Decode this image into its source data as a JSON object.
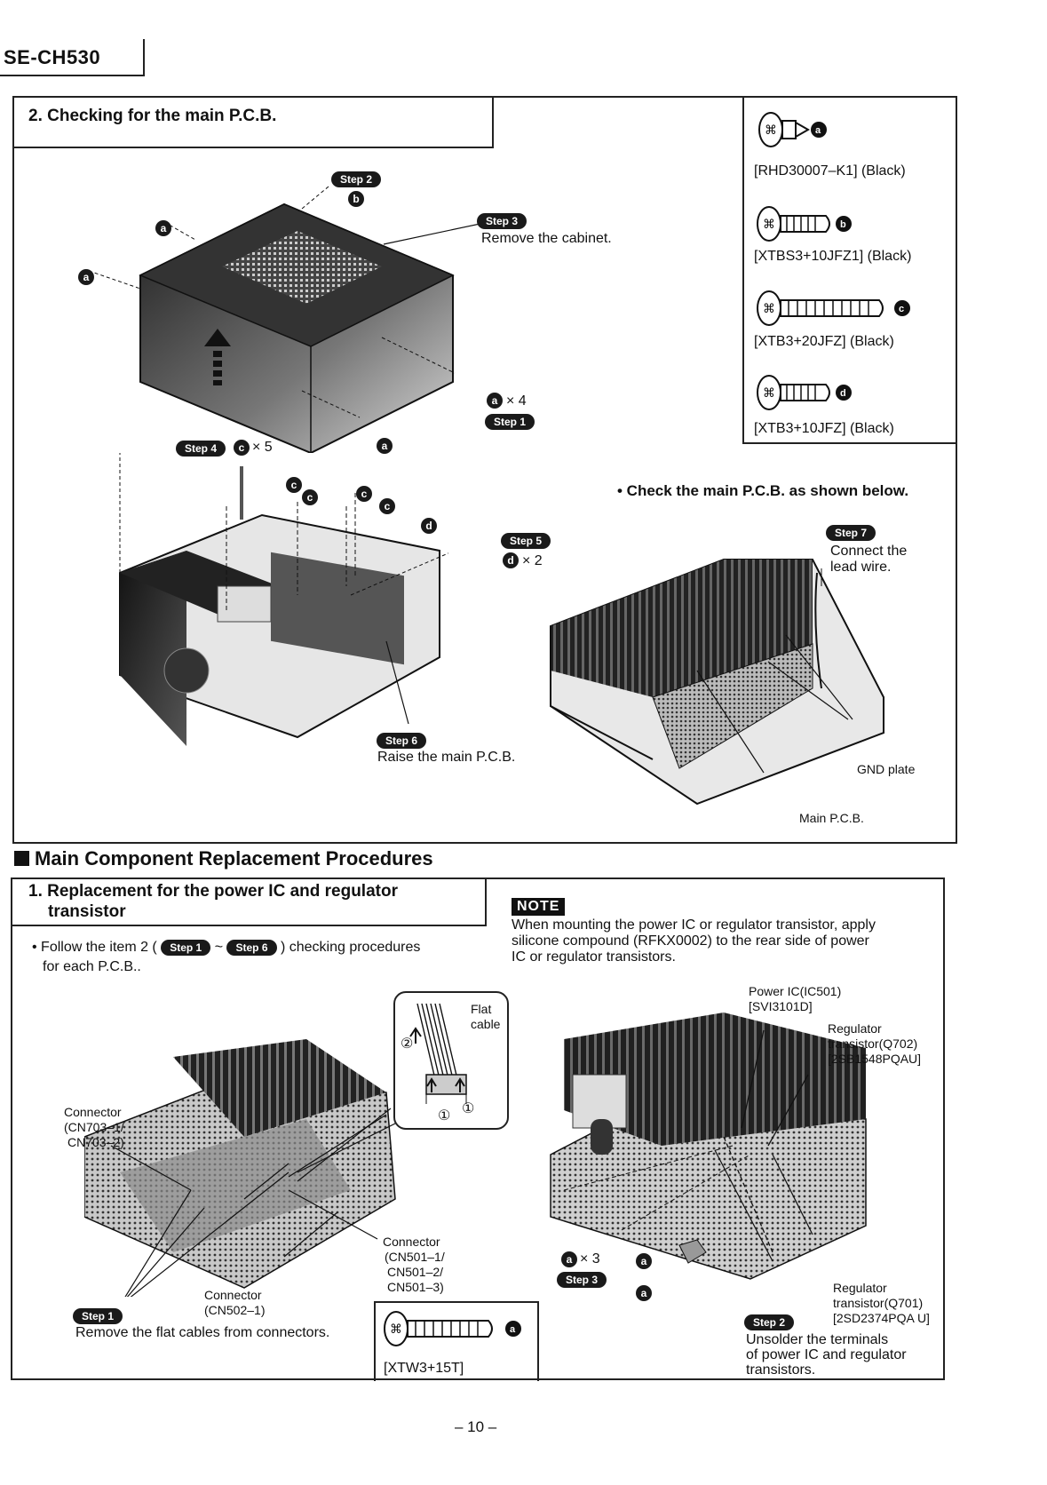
{
  "header": {
    "model": "SE-CH530"
  },
  "section_check": {
    "title": "2. Checking for the main P.C.B.",
    "step1": "Step 1",
    "step2": "Step 2",
    "step3": "Step 3",
    "step3_text": "Remove the cabinet.",
    "step4": "Step 4",
    "step5": "Step 5",
    "step6": "Step 6",
    "step6_text": "Raise the main P.C.B.",
    "step7": "Step 7",
    "step7_text_1": "Connect the",
    "step7_text_2": "lead wire.",
    "x4": "× 4",
    "x5": "× 5",
    "x2": "× 2",
    "check_text": "• Check the main P.C.B. as shown below.",
    "gnd_plate": "GND plate",
    "main_pcb": "Main P.C.B."
  },
  "screws": [
    {
      "letter": "a",
      "code": "[RHD30007–K1] (Black)"
    },
    {
      "letter": "b",
      "code": "[XTBS3+10JFZ1] (Black)"
    },
    {
      "letter": "c",
      "code": "[XTB3+20JFZ] (Black)"
    },
    {
      "letter": "d",
      "code": "[XTB3+10JFZ] (Black)"
    }
  ],
  "main_section": {
    "heading": "Main Component Replacement Procedures"
  },
  "section_replace": {
    "title_1": "1. Replacement for the power IC and regulator",
    "title_2": "transistor",
    "follow_1": "• Follow the item 2 (",
    "follow_step_a": "Step 1",
    "follow_tilde": "~",
    "follow_step_b": "Step 6",
    "follow_2": ") checking procedures",
    "follow_3": "for each P.C.B..",
    "note_label": "NOTE",
    "note_lines": [
      "When mounting the power IC or regulator transistor, apply",
      "silicone compound (RFKX0002) to the rear side of power",
      "IC or regulator transistors."
    ],
    "flat_cable_1": "Flat",
    "flat_cable_2": "cable",
    "circ2": "②",
    "circ1a": "①",
    "circ1b": "①",
    "connector_cn703": [
      "Connector",
      "(CN703–1/",
      "CN703–2)"
    ],
    "connector_cn501": [
      "Connector",
      "(CN501–1/",
      "CN501–2/",
      "CN501–3)"
    ],
    "connector_cn502": [
      "Connector",
      "(CN502–1)"
    ],
    "step1": "Step 1",
    "step1_text": "Remove the flat cables from connectors.",
    "screw_a_code": "[XTW3+15T]",
    "screw_a_letter": "a",
    "power_ic": [
      "Power IC(IC501)",
      "[SVI3101D]"
    ],
    "reg_q702": [
      "Regulator",
      "transistor(Q702)",
      "[2SB1548PQAU]"
    ],
    "reg_q701": [
      "Regulator",
      "transistor(Q701)",
      "[2SD2374PQA U]"
    ],
    "x3": "× 3",
    "step3": "Step 3",
    "step2": "Step 2",
    "step2_text": [
      "Unsolder the terminals",
      "of power IC and regulator",
      "transistors."
    ]
  },
  "footer": {
    "page": "– 10 –"
  }
}
